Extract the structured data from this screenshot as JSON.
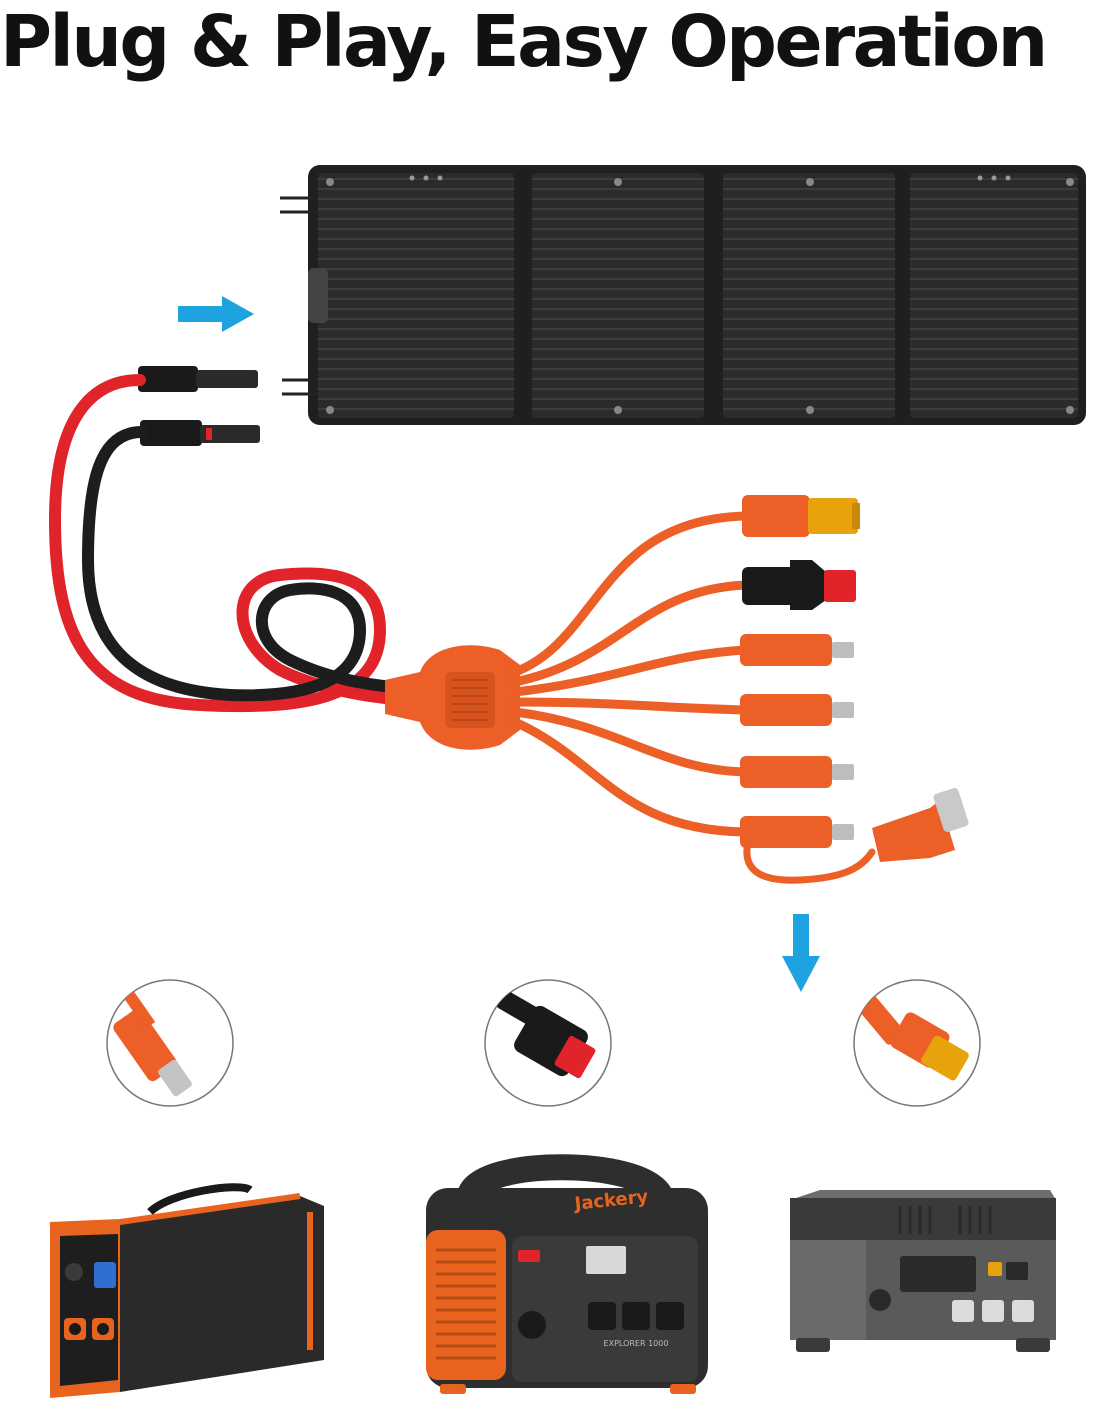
{
  "headline": "Plug & Play, Easy Operation",
  "colors": {
    "headline": "#111111",
    "panel": "#2a2a2a",
    "cable_red": "#e0242a",
    "cable_black": "#1d1d1d",
    "cable_orange": "#ec5f26",
    "arrow": "#1ea3e0",
    "station_orange": "#e8641e"
  },
  "devices": {
    "station_center_brand": "Jackery",
    "station_center_model": "EXPLORER 1000"
  },
  "icons": [
    "arrow-right-icon",
    "arrow-down-icon",
    "dc-plug-detail",
    "anderson-plug-detail",
    "xt60-plug-detail"
  ]
}
